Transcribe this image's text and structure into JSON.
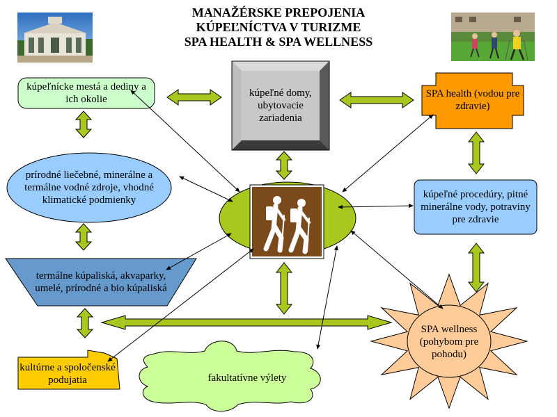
{
  "title": {
    "line1": "MANAŽÉRSKE PREPOJENIA",
    "line2": "KÚPEĽNÍCTVA V TURIZME",
    "line3": "SPA HEALTH & SPA WELLNESS"
  },
  "nodes": {
    "spa_towns": "kúpeľnícke mestá a dediny a ich okolie",
    "spa_houses": "kúpeľné domy, ubytovacie zariadenia",
    "spa_health": "SPA health (vodou pre zdravie)",
    "natural_sources": "prírodné liečebné, minerálne a termálne vodné zdroje, vhodné klimatické podmienky",
    "procedures": "kúpeľné procedúry, pitné minerálne vody, potraviny pre zdravie",
    "thermal_pools": "termálne kúpaliská, akvaparky, umelé, prírodné a bio kúpaliská",
    "culture_events": "kultúrne a spoločenské podujatia",
    "optional_trips": "fakultatívne výlety",
    "spa_wellness": "SPA wellness (pohybom pre pohodu)"
  },
  "icons": {
    "center": "hikers-icon",
    "photo_left": "spa-colonnade-photo",
    "photo_right": "nordic-walkers-photo"
  },
  "colors": {
    "lime": "#a8c820",
    "light_green": "#ccffcc",
    "gray_frame": "#a0a0a0",
    "orange": "#ff9900",
    "sky_blue": "#99ccff",
    "steel_blue": "#6699cc",
    "yellow": "#ffcc00",
    "puzzle_green": "#ccff99",
    "sun_orange": "#ffcc99",
    "hiker_brown": "#7a4a1a"
  }
}
